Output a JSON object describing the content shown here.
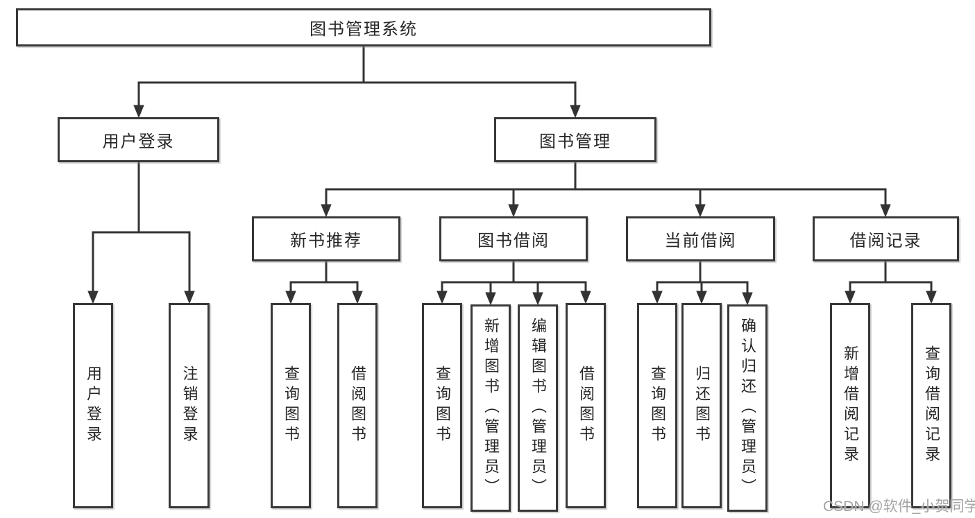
{
  "diagram": {
    "type": "tree",
    "root": {
      "label": "图书管理系统"
    },
    "level2": {
      "user_login": {
        "label": "用户登录"
      },
      "book_management": {
        "label": "图书管理"
      }
    },
    "level3": {
      "new_book_recommend": {
        "label": "新书推荐"
      },
      "book_borrow": {
        "label": "图书借阅"
      },
      "current_borrow": {
        "label": "当前借阅"
      },
      "borrow_records": {
        "label": "借阅记录"
      }
    },
    "leaves": {
      "user_login_leaf": {
        "label": "用户登录",
        "parent": "用户登录"
      },
      "logout": {
        "label": "注销登录",
        "parent": "用户登录"
      },
      "nb_query": {
        "label": "查询图书",
        "parent": "新书推荐"
      },
      "nb_borrow": {
        "label": "借阅图书",
        "parent": "新书推荐"
      },
      "bb_query": {
        "label": "查询图书",
        "parent": "图书借阅"
      },
      "bb_add": {
        "label": "新增图书（管理员）",
        "parent": "图书借阅"
      },
      "bb_edit": {
        "label": "编辑图书（管理员）",
        "parent": "图书借阅"
      },
      "bb_borrow": {
        "label": "借阅图书",
        "parent": "图书借阅"
      },
      "cb_query": {
        "label": "查询图书",
        "parent": "当前借阅"
      },
      "cb_return": {
        "label": "归还图书",
        "parent": "当前借阅"
      },
      "cb_confirm": {
        "label": "确认归还（管理员）",
        "parent": "当前借阅"
      },
      "br_add": {
        "label": "新增借阅记录",
        "parent": "借阅记录"
      },
      "br_query": {
        "label": "查询借阅记录",
        "parent": "借阅记录"
      }
    },
    "colors": {
      "line": "#333333",
      "border": "#383838",
      "text": "#262626",
      "box_background": "#ffffff",
      "page_background": "#ffffff"
    }
  },
  "watermark": {
    "text": "CSDN @软件_小贺同学",
    "color": "#a3a3a3"
  }
}
